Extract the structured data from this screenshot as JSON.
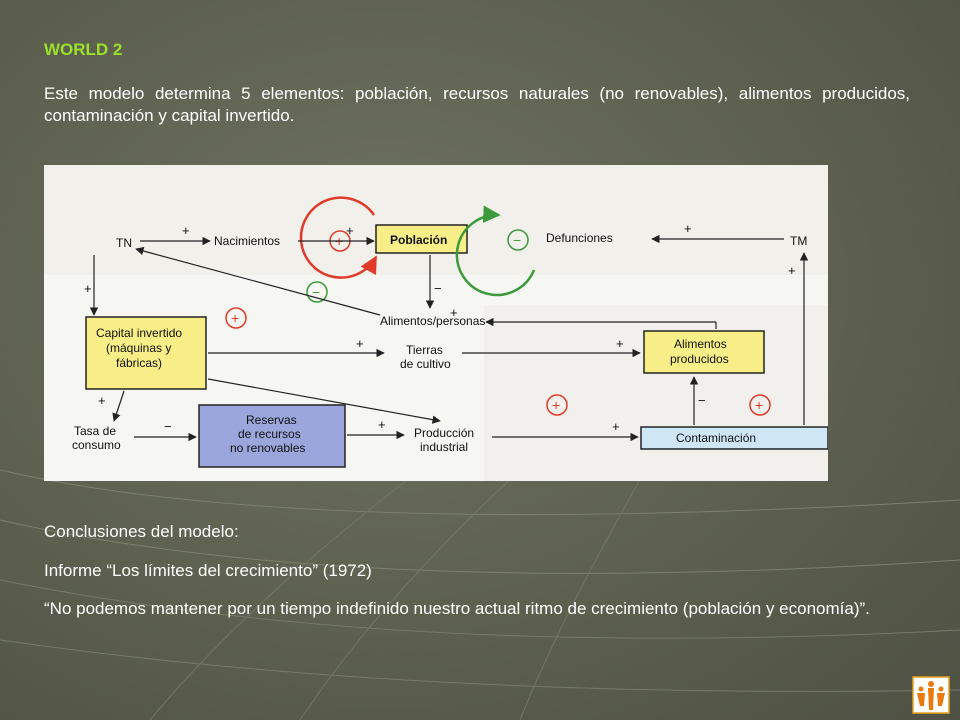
{
  "slide": {
    "title": "WORLD 2",
    "intro": "Este modelo determina 5 elementos: población, recursos naturales (no renovables), alimentos producidos, contaminación y capital invertido.",
    "conclusions_heading": "Conclusiones del modelo:",
    "report": "Informe “Los límites del crecimiento” (1972)",
    "quote": "“No podemos mantener por un tiempo indefinido nuestro actual ritmo de crecimiento (población y economía)”."
  },
  "diagram": {
    "nodes": {
      "tn": "TN",
      "nacimientos": "Nacimientos",
      "poblacion": "Población",
      "defunciones": "Defunciones",
      "tm": "TM",
      "alimentos_personas": "Alimentos/personas",
      "capital_1": "Capital invertido",
      "capital_2": "(máquinas y",
      "capital_3": "fábricas)",
      "tierras_1": "Tierras",
      "tierras_2": "de cultivo",
      "alimentos_prod_1": "Alimentos",
      "alimentos_prod_2": "producidos",
      "tasa_1": "Tasa de",
      "tasa_2": "consumo",
      "reservas_1": "Reservas",
      "reservas_2": "de recursos",
      "reservas_3": "no renovables",
      "produccion_1": "Producción",
      "produccion_2": "industrial",
      "contaminacion": "Contaminación"
    },
    "signs": {
      "plus": "+",
      "minus": "−"
    },
    "colors": {
      "yellow_box": "#f7ee88",
      "blue_box": "#9aa6dc",
      "lightblue_box": "#cfe6f5",
      "loop_red": "#e23a28",
      "loop_green": "#3c9a3c"
    }
  }
}
